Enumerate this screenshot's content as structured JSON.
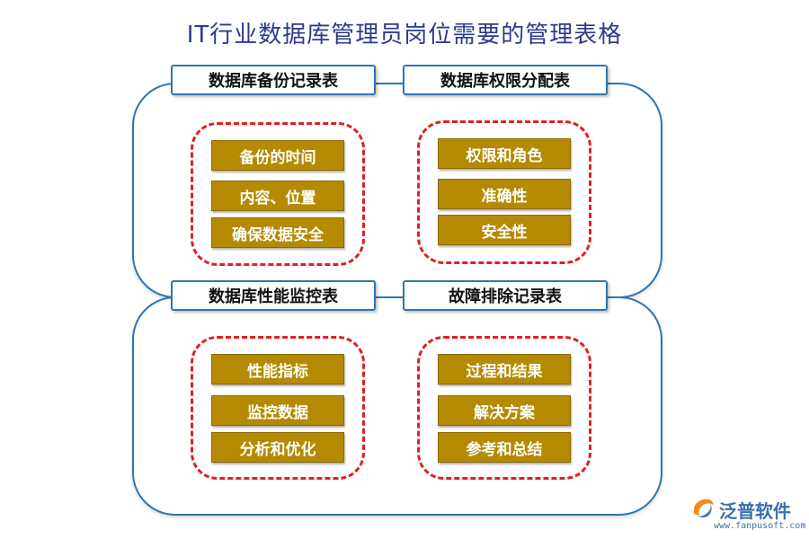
{
  "title": "IT行业数据库管理员岗位需要的管理表格",
  "sections": [
    {
      "header": "数据库备份记录表",
      "items": [
        "备份的时间",
        "内容、位置",
        "确保数据安全"
      ]
    },
    {
      "header": "数据库权限分配表",
      "items": [
        "权限和角色",
        "准确性",
        "安全性"
      ]
    },
    {
      "header": "数据库性能监控表",
      "items": [
        "性能指标",
        "监控数据",
        "分析和优化"
      ]
    },
    {
      "header": "故障排除记录表",
      "items": [
        "过程和结果",
        "解决方案",
        "参考和总结"
      ]
    }
  ],
  "logo": {
    "name": "泛普软件",
    "url": "www.fanpusoft.com"
  },
  "colors": {
    "panel_border": "#2e75b6",
    "dash": "#e02020",
    "item_fill": "#b58a00",
    "title": "#2b3a8c"
  }
}
